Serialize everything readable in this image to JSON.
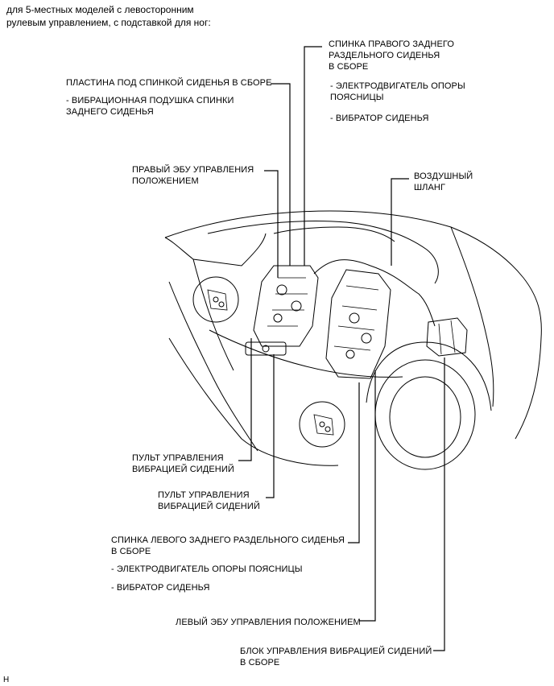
{
  "header": {
    "text": "для 5-местных моделей с левосторонним\nрулевым управлением, с подставкой для ног:"
  },
  "labels": {
    "right_seatback": "СПИНКА ПРАВОГО ЗАДНЕГО\nРАЗДЕЛЬНОГО СИДЕНЬЯ\nВ СБОРЕ",
    "right_seatback_sub1": "- ЭЛЕКТРОДВИГАТЕЛЬ ОПОРЫ\nПОЯСНИЦЫ",
    "right_seatback_sub2": "- ВИБРАТОР СИДЕНЬЯ",
    "seatback_plate": "ПЛАСТИНА ПОД СПИНКОЙ СИДЕНЬЯ В СБОРЕ",
    "seatback_plate_sub": "- ВИБРАЦИОННАЯ ПОДУШКА СПИНКИ\nЗАДНЕГО СИДЕНЬЯ",
    "right_ecu": "ПРАВЫЙ ЭБУ УПРАВЛЕНИЯ\nПОЛОЖЕНИЕМ",
    "air_hose": "ВОЗДУШНЫЙ\nШЛАНГ",
    "vibration_switch_1": "ПУЛЬТ УПРАВЛЕНИЯ\nВИБРАЦИЕЙ СИДЕНИЙ",
    "vibration_switch_2": "ПУЛЬТ УПРАВЛЕНИЯ\nВИБРАЦИЕЙ СИДЕНИЙ",
    "left_seatback": "СПИНКА ЛЕВОГО ЗАДНЕГО РАЗДЕЛЬНОГО СИДЕНЬЯ\nВ СБОРЕ",
    "left_seatback_sub1": "- ЭЛЕКТРОДВИГАТЕЛЬ ОПОРЫ ПОЯСНИЦЫ",
    "left_seatback_sub2": "- ВИБРАТОР СИДЕНЬЯ",
    "left_ecu": "ЛЕВЫЙ ЭБУ УПРАВЛЕНИЯ ПОЛОЖЕНИЕМ",
    "vibration_unit": "БЛОК УПРАВЛЕНИЯ ВИБРАЦИЕЙ СИДЕНИЙ\nВ СБОРЕ"
  },
  "footer": {
    "code": "H"
  }
}
